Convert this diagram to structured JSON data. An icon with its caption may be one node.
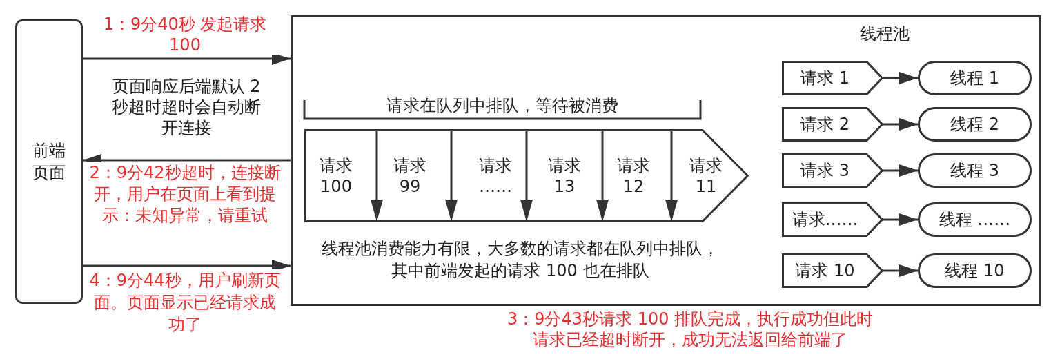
{
  "diagram": {
    "nodes": [
      {
        "text": [
          "前端页面"
        ]
      },
      {
        "text": [
          "线程池",
          "线程池消费能力有限，大多数的请求都在队列中排队，其中前端发起的请求 100 也在排队"
        ]
      },
      {
        "text": [
          "请求 100",
          "请求 99",
          "请求 ……",
          "请求 13",
          "请求 12",
          "请求 11"
        ],
        "in": 1,
        "beside": [
          "请求在队列中排队，等待被消费"
        ]
      },
      {
        "text": [
          "请求 1"
        ],
        "in": 1
      },
      {
        "text": [
          "线程 1"
        ],
        "in": 1
      },
      {
        "text": [
          "请求 2"
        ],
        "in": 1
      },
      {
        "text": [
          "线程 2"
        ],
        "in": 1
      },
      {
        "text": [
          "请求 3"
        ],
        "in": 1
      },
      {
        "text": [
          "线程 3"
        ],
        "in": 1
      },
      {
        "text": [
          "请求……"
        ],
        "in": 1
      },
      {
        "text": [
          "线程 ……"
        ],
        "in": 1
      },
      {
        "text": [
          "请求 10"
        ],
        "in": 1
      },
      {
        "text": [
          "线程 10"
        ],
        "in": 1
      }
    ],
    "edges": [
      {
        "from": 0,
        "to": 1,
        "arrow": "to",
        "label": "1：9分40秒 发起请求 100"
      },
      {
        "from": 1,
        "to": 0,
        "arrow": "to",
        "label": "2：9分42秒超时，连接断开，用户在页面上看到提示：未知异常，请重试"
      },
      {
        "from": 0,
        "to": 1,
        "arrow": "to",
        "label": "4：9分44秒，用户刷新页面。页面显示已经请求成功了"
      },
      {
        "from": 3,
        "to": 4,
        "arrow": "to"
      },
      {
        "from": 5,
        "to": 6,
        "arrow": "to"
      },
      {
        "from": 7,
        "to": 8,
        "arrow": "to"
      },
      {
        "from": 9,
        "to": 10,
        "arrow": "to"
      },
      {
        "from": 11,
        "to": 12,
        "arrow": "to"
      }
    ],
    "labels": [
      "页面响应后端默认 2 秒超时超时会自动断开连接",
      "3：9分43秒请求 100 排队完成，执行成功但此时请求已经超时断开，成功无法返回给前端了"
    ]
  }
}
